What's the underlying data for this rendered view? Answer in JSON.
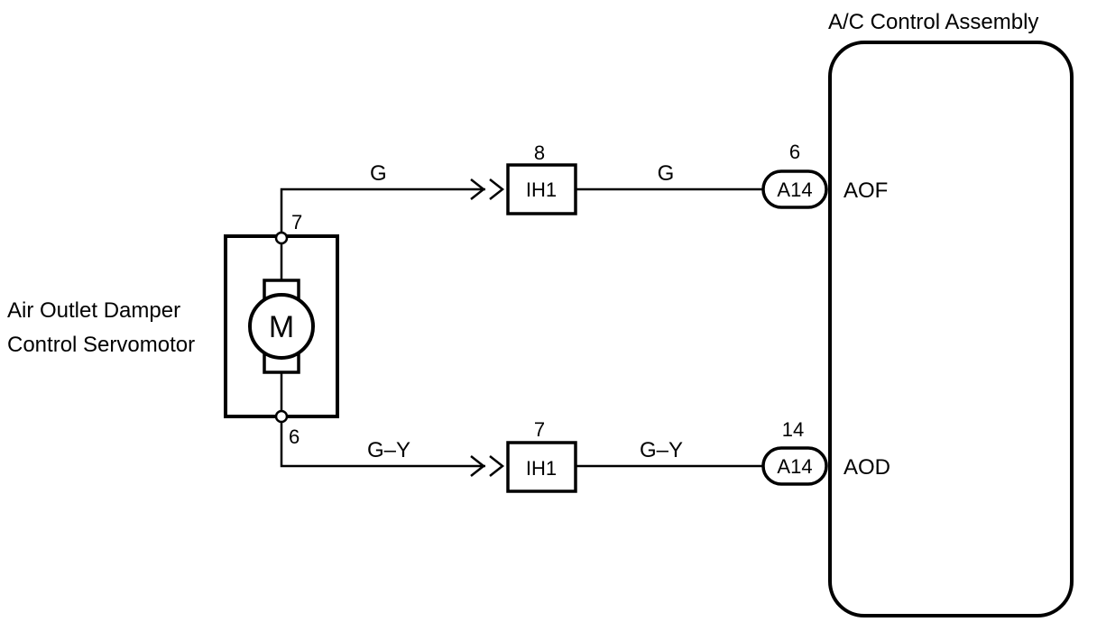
{
  "assembly": {
    "title": "A/C Control Assembly"
  },
  "servomotor": {
    "label_line1": "Air Outlet Damper",
    "label_line2": "Control Servomotor",
    "symbol": "M",
    "pin_top": "7",
    "pin_bottom": "6"
  },
  "circuit_top": {
    "wire_color_left": "G",
    "junction_pin": "8",
    "junction_label": "IH1",
    "wire_color_right": "G",
    "ecu_pin": "6",
    "ecu_connector": "A14",
    "terminal": "AOF"
  },
  "circuit_bottom": {
    "wire_color_left": "G–Y",
    "junction_pin": "7",
    "junction_label": "IH1",
    "wire_color_right": "G–Y",
    "ecu_pin": "14",
    "ecu_connector": "A14",
    "terminal": "AOD"
  }
}
